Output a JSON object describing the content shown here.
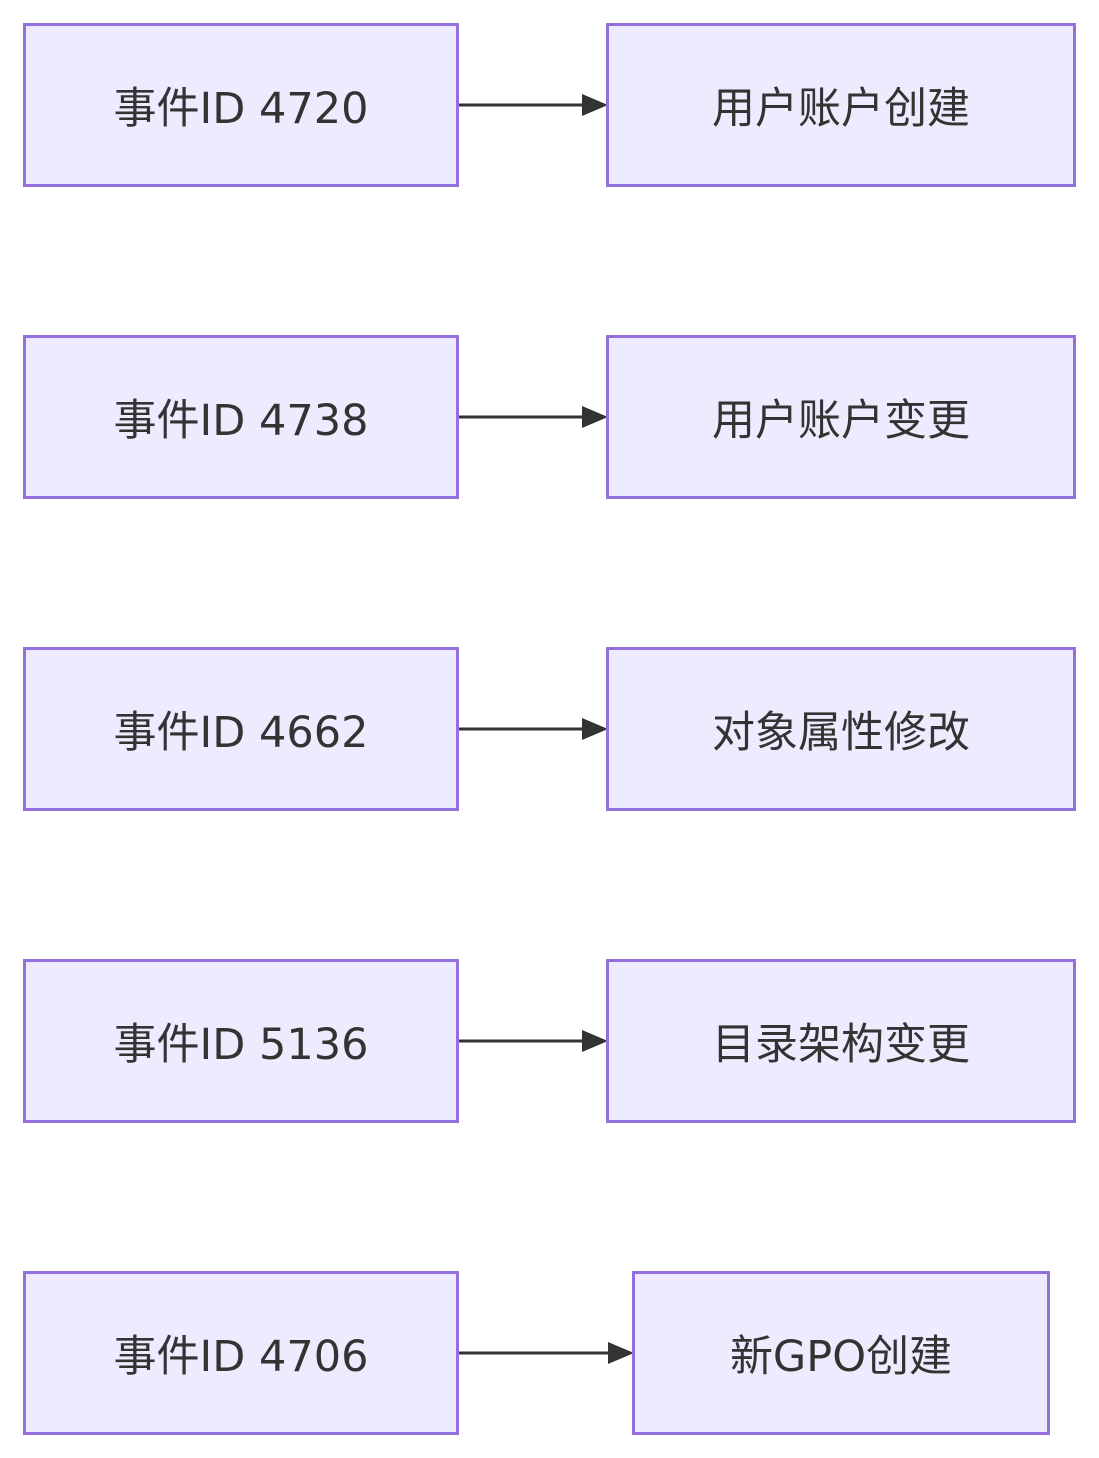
{
  "colors": {
    "node_fill": "#ececfe",
    "node_border": "#9370db",
    "text": "#333333",
    "edge": "#333333"
  },
  "rows": [
    {
      "source": "事件ID 4720",
      "target": "用户账户创建"
    },
    {
      "source": "事件ID 4738",
      "target": "用户账户变更"
    },
    {
      "source": "事件ID 4662",
      "target": "对象属性修改"
    },
    {
      "source": "事件ID 5136",
      "target": "目录架构变更"
    },
    {
      "source": "事件ID 4706",
      "target": "新GPO创建"
    }
  ]
}
